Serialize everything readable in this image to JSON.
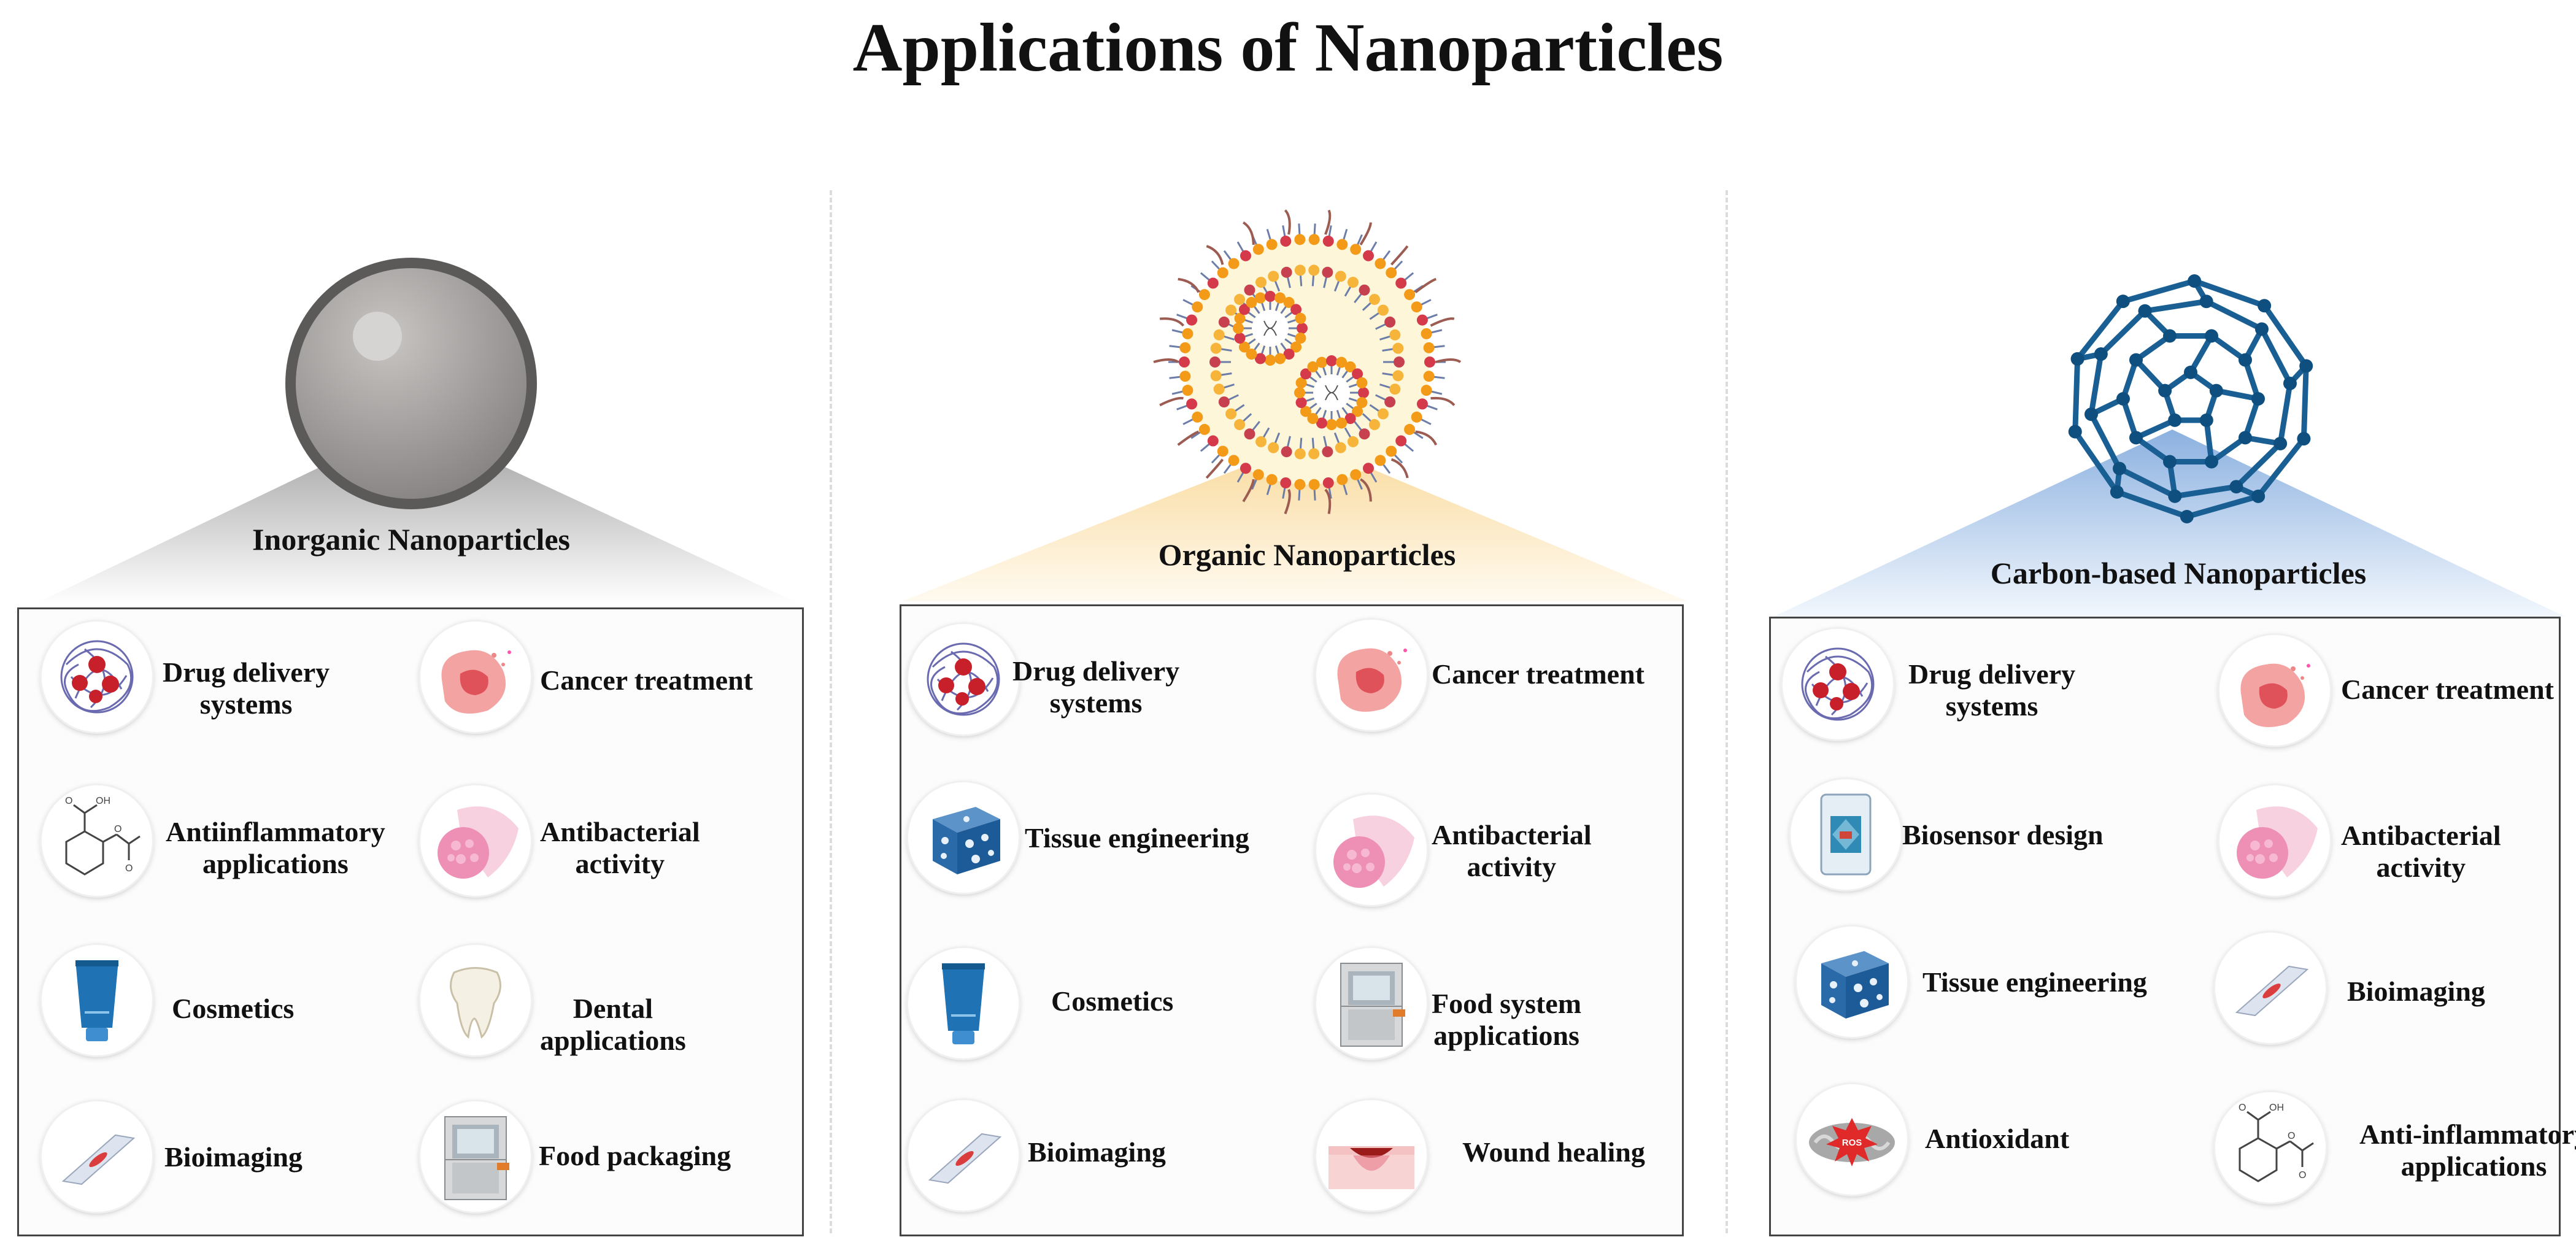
{
  "title": "Applications of Nanoparticles",
  "colors": {
    "inorganic_fan": "#b9b9b9",
    "organic_fan": "#fbe9c4",
    "carbon_fan": "#9fbfe6",
    "sphere": "#8f8c8b",
    "carbon_cage": "#17639a"
  },
  "columns": [
    {
      "label": "Inorganic Nanoparticles",
      "hero_icon": "metal-sphere-icon",
      "items": [
        {
          "icon": "nanoparticle-drug-icon",
          "label": "Drug delivery systems"
        },
        {
          "icon": "cancer-cell-icon",
          "label": "Cancer treatment"
        },
        {
          "icon": "aspirin-molecule-icon",
          "label": "Antiinflammatory applications"
        },
        {
          "icon": "bacteria-cell-icon",
          "label": "Antibacterial activity"
        },
        {
          "icon": "cosmetic-tube-icon",
          "label": "Cosmetics"
        },
        {
          "icon": "tooth-icon",
          "label": "Dental applications"
        },
        {
          "icon": "microscope-slide-icon",
          "label": "Bioimaging"
        },
        {
          "icon": "packaging-machine-icon",
          "label": "Food packaging"
        }
      ]
    },
    {
      "label": "Organic Nanoparticles",
      "hero_icon": "liposome-icon",
      "items": [
        {
          "icon": "nanoparticle-drug-icon",
          "label": "Drug delivery systems"
        },
        {
          "icon": "cancer-cell-icon",
          "label": "Cancer treatment"
        },
        {
          "icon": "scaffold-cube-icon",
          "label": "Tissue engineering"
        },
        {
          "icon": "bacteria-cell-icon",
          "label": "Antibacterial activity"
        },
        {
          "icon": "cosmetic-tube-icon",
          "label": "Cosmetics"
        },
        {
          "icon": "packaging-machine-icon",
          "label": "Food system applications"
        },
        {
          "icon": "microscope-slide-icon",
          "label": "Bioimaging"
        },
        {
          "icon": "wound-icon",
          "label": "Wound healing"
        }
      ]
    },
    {
      "label": "Carbon-based Nanoparticles",
      "hero_icon": "fullerene-icon",
      "items": [
        {
          "icon": "nanoparticle-drug-icon",
          "label": "Drug delivery systems"
        },
        {
          "icon": "cancer-cell-icon",
          "label": "Cancer treatment"
        },
        {
          "icon": "biosensor-chip-icon",
          "label": "Biosensor design"
        },
        {
          "icon": "bacteria-cell-icon",
          "label": "Antibacterial activity"
        },
        {
          "icon": "scaffold-cube-icon",
          "label": "Tissue engineering"
        },
        {
          "icon": "microscope-slide-icon",
          "label": "Bioimaging"
        },
        {
          "icon": "ros-mitochondria-icon",
          "label": "Antioxidant"
        },
        {
          "icon": "aspirin-molecule-icon",
          "label": "Anti-inflammatory applications"
        }
      ]
    }
  ]
}
